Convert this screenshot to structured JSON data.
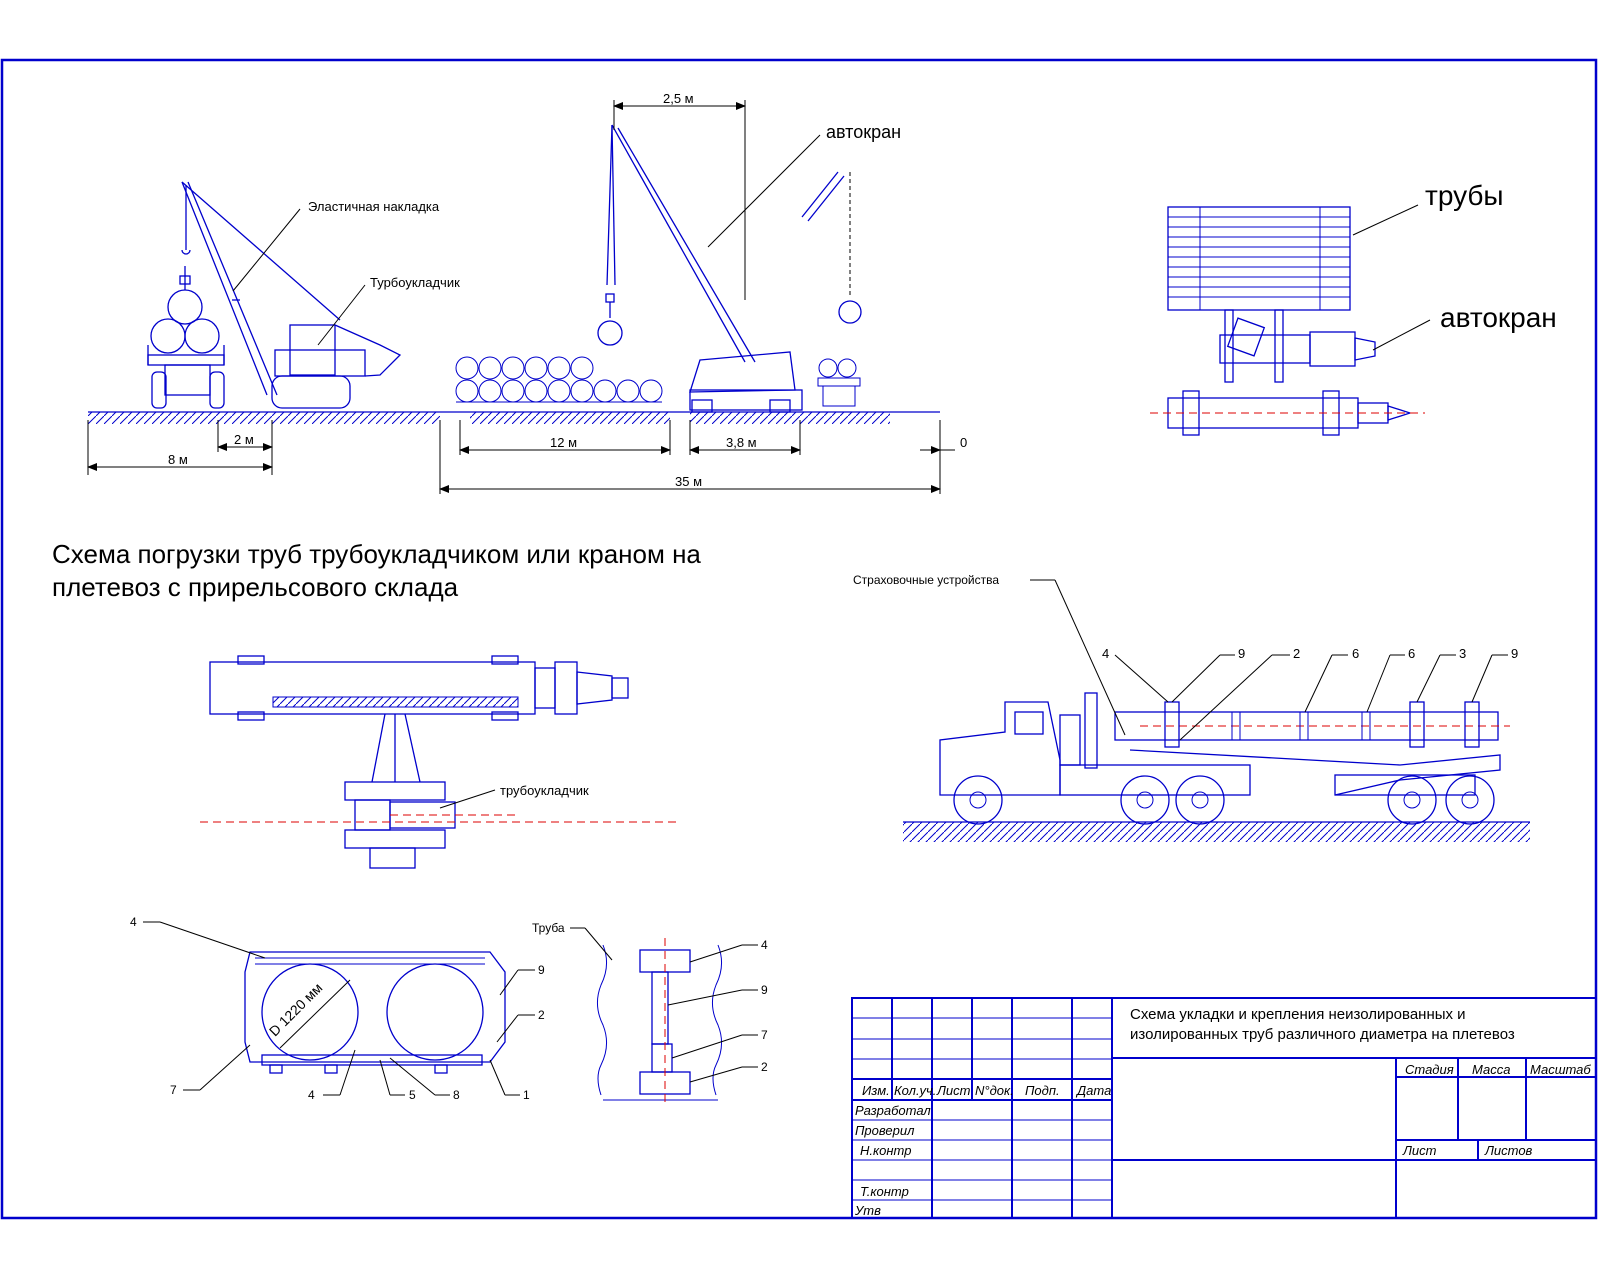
{
  "title": "Схема погрузки труб трубоукладчиком или краном на плетевоз с прирельсового склада",
  "title_lines": [
    "Схема погрузки труб трубоукладчиком или краном на",
    "плетевоз с прирельсового склада"
  ],
  "labels": {
    "elastic_pad": "Эластичная накладка",
    "pipelayer": "Турбоукладчик",
    "truck_crane": "автокран",
    "pipes": "трубы",
    "truck_crane_plan": "автокран",
    "pipelayer_plan": "трубоукладчик",
    "safety_devices": "Страховочные устройства",
    "pipe": "Труба",
    "diameter": "D 1220 мм"
  },
  "dimensions": {
    "d_2_5": "2,5 м",
    "d_2": "2 м",
    "d_8": "8 м",
    "d_12": "12 м",
    "d_3_8": "3,8 м",
    "d_0": "0",
    "d_35": "35 м"
  },
  "callouts": {
    "truck": [
      "4",
      "9",
      "2",
      "6",
      "6",
      "3",
      "9"
    ],
    "section": {
      "left_top": "4",
      "right_top": "9",
      "right_mid": "2",
      "left_bottom": "7",
      "bottom_a": "4",
      "bottom_b": "5",
      "bottom_c": "8",
      "bottom_d": "1"
    },
    "detail": [
      "4",
      "9",
      "7",
      "2"
    ]
  },
  "title_block": {
    "drawing_title_lines": [
      "Схема укладки и крепления неизолированных и",
      "изолированных труб различного диаметра на плетевоз"
    ],
    "col_headers": [
      "Изм.",
      "Кол.уч.",
      "Лист",
      "N°док.",
      "Подп.",
      "Дата"
    ],
    "row_labels": [
      "Разработал",
      "Проверил",
      "Н.контр",
      "Т.контр",
      "Утв"
    ],
    "stage": "Стадия",
    "mass": "Масса",
    "scale": "Масштаб",
    "sheet": "Лист",
    "sheets": "Листов"
  },
  "colors": {
    "line": "#0000cc",
    "centerline": "#dd0000",
    "text": "#000000"
  }
}
